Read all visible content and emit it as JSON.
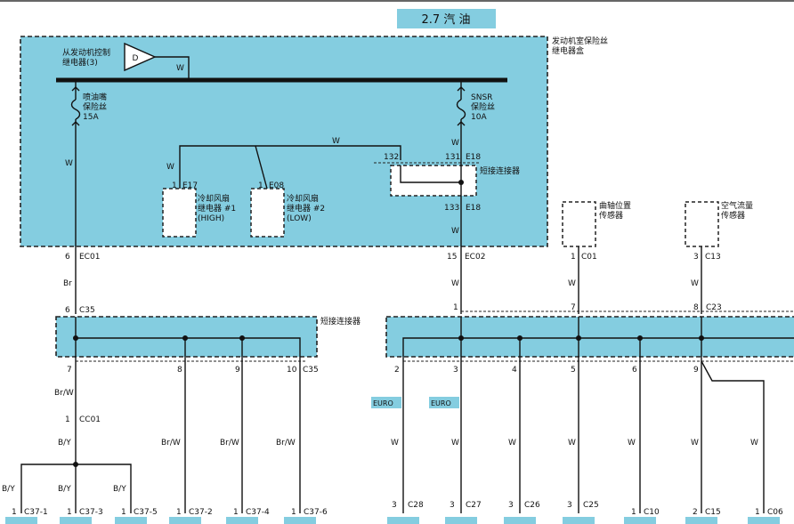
{
  "title": "2.7 汽 油",
  "colors": {
    "box": "#84cde0",
    "wire": "#111111",
    "title_bg": "#84cde0"
  },
  "fuse_box": {
    "label_1": "发动机室保险丝",
    "label_2": "继电器盒"
  },
  "ecm_relay": {
    "label_1": "从发动机控制",
    "label_2": "继电器(3)",
    "symbol": "D",
    "wire": "W"
  },
  "fuse_injector": {
    "l1": "喷油嘴",
    "l2": "保险丝",
    "l3": "15A"
  },
  "fuse_snsr": {
    "l1": "SNSR",
    "l2": "保险丝",
    "l3": "10A"
  },
  "relay_high": {
    "l1": "冷却风扇",
    "l2": "继电器 #1",
    "l3": "(HIGH)",
    "pin": "1",
    "conn": "E17"
  },
  "relay_low": {
    "l1": "冷却风扇",
    "l2": "继电器 #2",
    "l3": "(LOW)",
    "pin": "1",
    "conn": "E08"
  },
  "joint_top": {
    "label": "短接连接器",
    "pin_a": "132",
    "pin_b": "131",
    "conn": "E18",
    "pin_out": "133",
    "conn_out": "E18"
  },
  "crank_sensor": {
    "l1": "曲轴位置",
    "l2": "传感器",
    "pin": "1",
    "conn": "C01"
  },
  "maf_sensor": {
    "l1": "空气流量",
    "l2": "传感器",
    "pin": "3",
    "conn": "C13"
  },
  "ec01": {
    "pin": "6",
    "conn": "EC01"
  },
  "ec02": {
    "pin": "15",
    "conn": "EC02"
  },
  "c35": {
    "pin_in": "6",
    "conn": "C35",
    "label": "短接连接器",
    "pins_out": [
      "7",
      "8",
      "9",
      "10"
    ]
  },
  "c23": {
    "pins_in": [
      "1",
      "7",
      "8"
    ],
    "conn": "C23",
    "pins_out": [
      "2",
      "3",
      "4",
      "5",
      "6",
      "9"
    ]
  },
  "cc01": {
    "pin": "1",
    "conn": "CC01"
  },
  "wire_labels": {
    "w": "W",
    "br": "Br",
    "brw": "Br/W",
    "by": "B/Y"
  },
  "euro": "EURO",
  "bottom_connectors": [
    {
      "pin": "1",
      "conn": "C37-1"
    },
    {
      "pin": "1",
      "conn": "C37-3"
    },
    {
      "pin": "1",
      "conn": "C37-5"
    },
    {
      "pin": "1",
      "conn": "C37-2"
    },
    {
      "pin": "1",
      "conn": "C37-4"
    },
    {
      "pin": "1",
      "conn": "C37-6"
    },
    {
      "pin": "3",
      "conn": "C28"
    },
    {
      "pin": "3",
      "conn": "C27"
    },
    {
      "pin": "3",
      "conn": "C26"
    },
    {
      "pin": "3",
      "conn": "C25"
    },
    {
      "pin": "1",
      "conn": "C10"
    },
    {
      "pin": "2",
      "conn": "C15"
    },
    {
      "pin": "1",
      "conn": "C06"
    }
  ]
}
